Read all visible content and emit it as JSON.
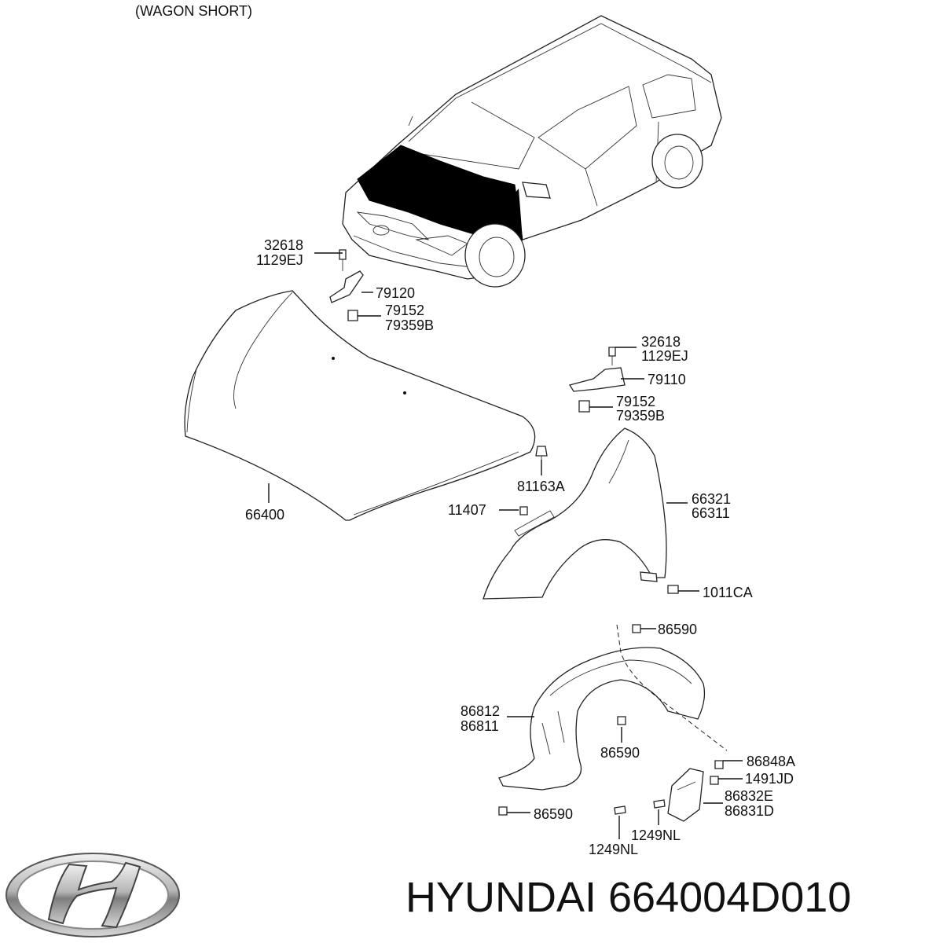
{
  "title": "(WAGON SHORT)",
  "brand_text": "HYUNDAI 664004D010",
  "logo": {
    "name": "hyundai-logo"
  },
  "callouts": [
    {
      "id": "c1",
      "lines": [
        "32618",
        "1129EJ"
      ]
    },
    {
      "id": "c2",
      "lines": [
        "79120"
      ]
    },
    {
      "id": "c3",
      "lines": [
        "79152",
        "79359B"
      ]
    },
    {
      "id": "c4",
      "lines": [
        "32618",
        "1129EJ"
      ]
    },
    {
      "id": "c5",
      "lines": [
        "79110"
      ]
    },
    {
      "id": "c6",
      "lines": [
        "79152",
        "79359B"
      ]
    },
    {
      "id": "c7",
      "lines": [
        "81163A"
      ]
    },
    {
      "id": "c8",
      "lines": [
        "66400"
      ]
    },
    {
      "id": "c9",
      "lines": [
        "11407"
      ]
    },
    {
      "id": "c10",
      "lines": [
        "66321",
        "66311"
      ]
    },
    {
      "id": "c11",
      "lines": [
        "1011CA"
      ]
    },
    {
      "id": "c12",
      "lines": [
        "86590"
      ]
    },
    {
      "id": "c13",
      "lines": [
        "86812",
        "86811"
      ]
    },
    {
      "id": "c14",
      "lines": [
        "86590"
      ]
    },
    {
      "id": "c15",
      "lines": [
        "86848A"
      ]
    },
    {
      "id": "c16",
      "lines": [
        "1491JD"
      ]
    },
    {
      "id": "c17",
      "lines": [
        "86832E",
        "86831D"
      ]
    },
    {
      "id": "c18",
      "lines": [
        "86590"
      ]
    },
    {
      "id": "c19",
      "lines": [
        "1249NL"
      ]
    },
    {
      "id": "c20",
      "lines": [
        "1249NL"
      ]
    }
  ]
}
